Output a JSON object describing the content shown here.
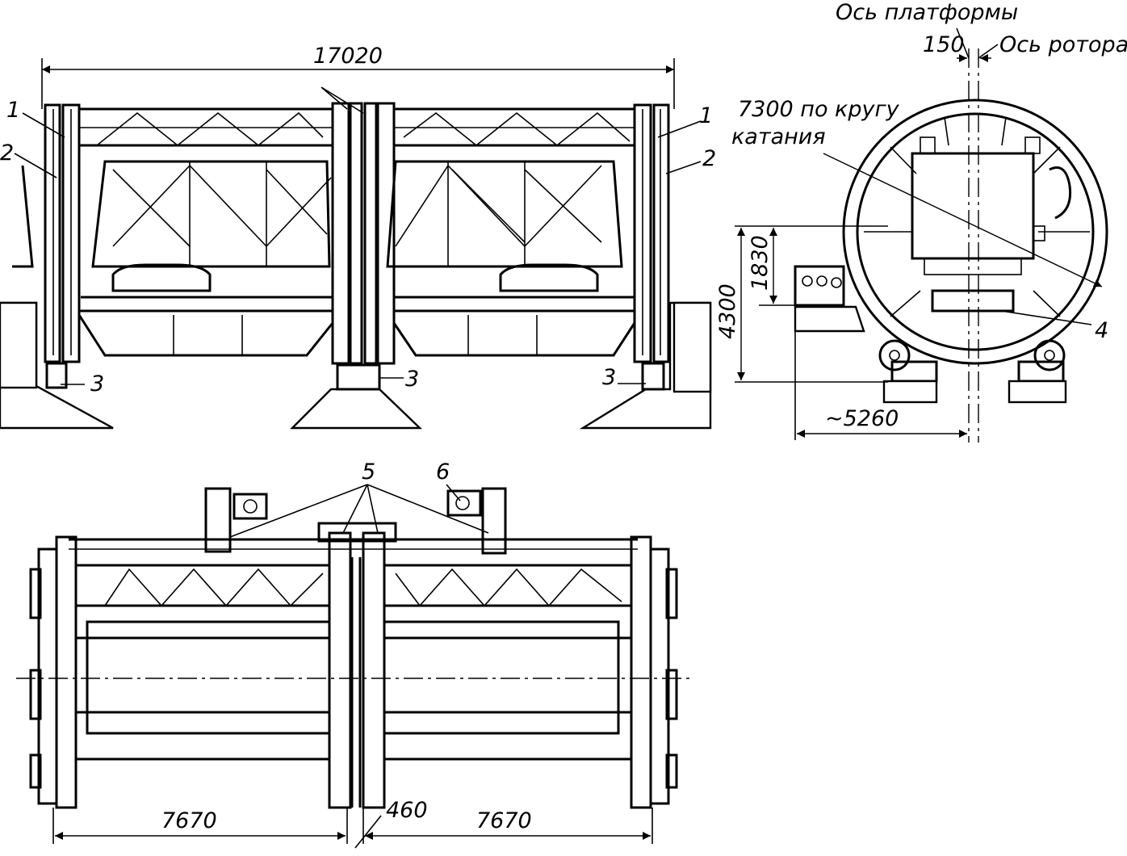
{
  "figure": {
    "elevation": {
      "overall_length": "17020",
      "callouts": {
        "left_upper": "1",
        "left_lower": "2",
        "right_upper": "1",
        "right_lower": "2",
        "support_left": "3",
        "support_center": "3",
        "support_right": "3"
      }
    },
    "section": {
      "platform_axis": "Ось платформы",
      "rotor_axis": "Ось ротора",
      "axis_offset": "150",
      "diameter_line1": "7300 по кругу",
      "diameter_line2": "катания",
      "height_inner": "1830",
      "height_overall": "4300",
      "width_overall": "~5260",
      "callout_4": "4"
    },
    "plan": {
      "callout_5": "5",
      "callout_6": "6",
      "left_length": "7670",
      "gap": "460",
      "right_length": "7670"
    }
  }
}
